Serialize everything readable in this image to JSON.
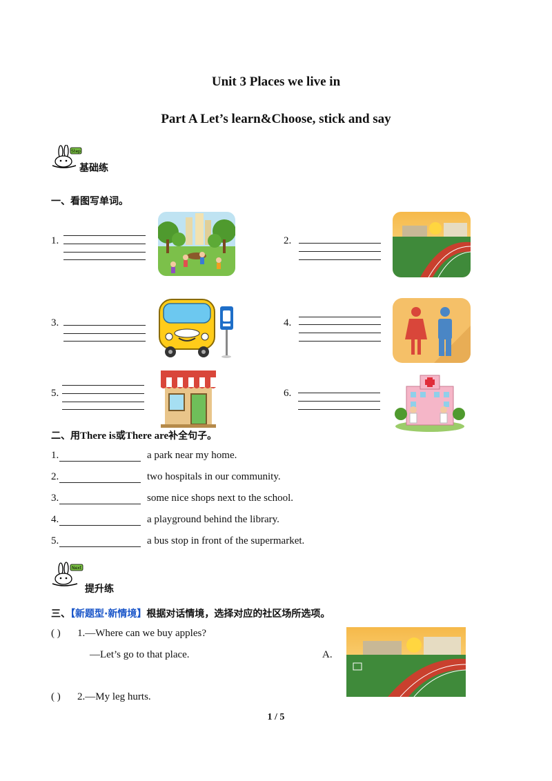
{
  "title": "Unit  3  Places  we  live  in",
  "subtitle": "Part A Let’s learn&Choose, stick and say",
  "section_basic": {
    "label": "基础练",
    "badge": "Step"
  },
  "section_improve": {
    "label": "提升练",
    "badge": "Next"
  },
  "part1": {
    "heading": "一、看图写单词。",
    "numbers": [
      "1.",
      "2.",
      "3.",
      "4.",
      "5.",
      "6."
    ]
  },
  "part2": {
    "heading_prefix": "二、用",
    "heading_there_is": "There  is",
    "heading_or": "或",
    "heading_there_are": "There  are",
    "heading_suffix": "补全句子。",
    "items": [
      {
        "num": "1.",
        "text": "a  park  near  my  home."
      },
      {
        "num": "2.",
        "text": "two  hospitals  in  our  community."
      },
      {
        "num": "3.",
        "text": "some  nice  shops  next  to  the  school."
      },
      {
        "num": "4.",
        "text": "a  playground  behind  the  library."
      },
      {
        "num": "5.",
        "text": "a  bus  stop  in  front  of  the  supermarket."
      }
    ]
  },
  "part3": {
    "heading_prefix": "三、",
    "heading_tag": "【新题型·新情境】",
    "heading_suffix": "根据对话情境，选择对应的社区场所选项。",
    "q1_paren": "(        )",
    "q1_line1": "1.—Where  can  we  buy  apples?",
    "q1_line2": "—Let’s  go  to  that  place.",
    "option_a": "A.",
    "q2_paren": "(        )",
    "q2_line1": "2.—My  leg  hurts."
  },
  "page_number": "1 / 5"
}
